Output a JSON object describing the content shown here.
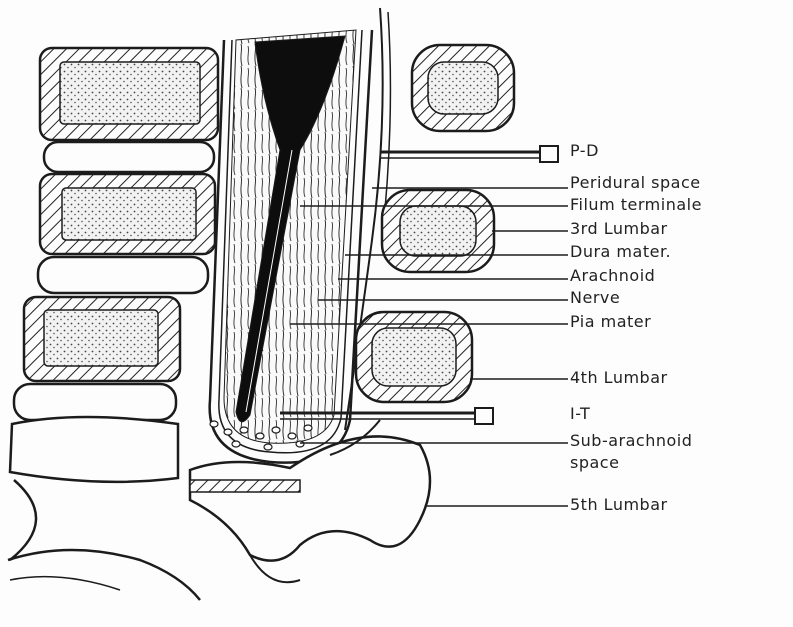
{
  "labels": {
    "pd": "P-D",
    "peridural": "Peridural space",
    "filum": "Filum terminale",
    "lumbar3": "3rd Lumbar",
    "dura": "Dura mater.",
    "arachnoid": "Arachnoid",
    "nerve": "Nerve",
    "pia": "Pia mater",
    "lumbar4": "4th Lumbar",
    "it": "I-T",
    "subarachnoid_1": "Sub-arachnoid",
    "subarachnoid_2": "space",
    "lumbar5": "5th Lumbar"
  },
  "colors": {
    "ink": "#1c1c1c",
    "paper": "#fdfdfd",
    "speckle": "#555555"
  }
}
